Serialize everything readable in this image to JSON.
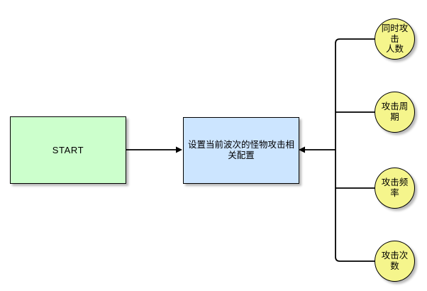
{
  "diagram": {
    "type": "flowchart",
    "background_color": "#ffffff",
    "nodes": [
      {
        "id": "start",
        "label": "START",
        "shape": "rectangle",
        "fill": "#ccffcc",
        "stroke": "#000000"
      },
      {
        "id": "config",
        "label": "设置当前波次的怪物攻击相关配置",
        "shape": "rectangle",
        "fill": "#cce5ff",
        "stroke": "#000000"
      },
      {
        "id": "concurrent",
        "label": "同时攻击\n人数",
        "shape": "ellipse",
        "fill": "#f5f58c",
        "stroke": "#000000"
      },
      {
        "id": "period",
        "label": "攻击周期",
        "shape": "ellipse",
        "fill": "#f5f58c",
        "stroke": "#000000"
      },
      {
        "id": "frequency",
        "label": "攻击频率",
        "shape": "ellipse",
        "fill": "#f5f58c",
        "stroke": "#000000"
      },
      {
        "id": "count",
        "label": "攻击次数",
        "shape": "ellipse",
        "fill": "#f5f58c",
        "stroke": "#000000"
      }
    ],
    "edges": [
      {
        "id": "start-to-config",
        "from": "start",
        "to": "config",
        "arrow": "end",
        "style": "straight"
      },
      {
        "id": "attributes-to-config",
        "from": [
          "concurrent",
          "period",
          "frequency",
          "count"
        ],
        "to": "config",
        "arrow": "end",
        "style": "orthogonal-bus"
      }
    ],
    "edge_color": "#000000"
  }
}
